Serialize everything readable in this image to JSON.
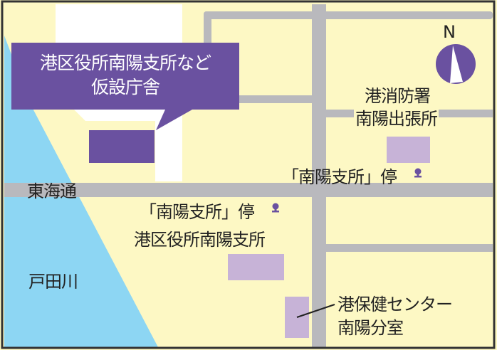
{
  "map": {
    "colors": {
      "land": "#fdf8c4",
      "river": "#8dd6f3",
      "road": "#b9b9bd",
      "highlight": "#6a51a0",
      "building": "#c7b3d7",
      "clearing": "#ffffff",
      "border": "#333333"
    },
    "callout": {
      "line1": "港区役所南陽支所など",
      "line2": "仮設庁舎"
    },
    "compass": {
      "label": "N",
      "icon": "north-arrow-icon"
    },
    "labels": {
      "fire_station_line1": "港消防署",
      "fire_station_line2": "南陽出張所",
      "bus_stop_east": "「南陽支所」停",
      "bus_stop_west": "「南陽支所」停",
      "road_name": "東海通",
      "ward_office": "港区役所南陽支所",
      "river_name": "戸田川",
      "health_center_line1": "港保健センター",
      "health_center_line2": "南陽分室"
    },
    "icons": {
      "bus_stop": "bus-stop-pin-icon"
    }
  }
}
